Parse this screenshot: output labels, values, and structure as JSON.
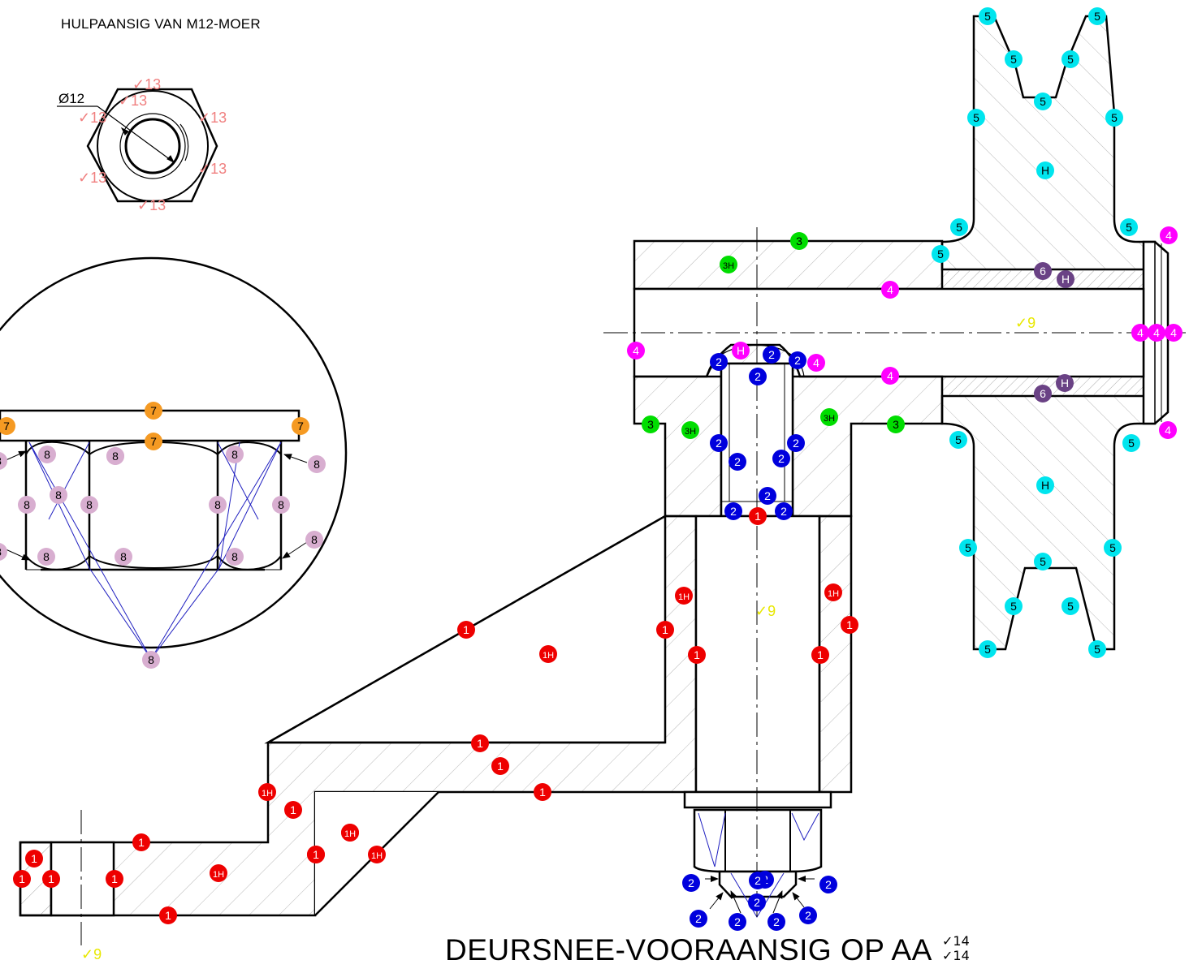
{
  "titles": {
    "top": "HULPAANSIG VAN M12-MOER",
    "main": "DEURSNEE-VOORAANSIG OP AA",
    "finish_1": "✓14",
    "finish_2": "✓14"
  },
  "dimensions": {
    "diameter": "Ø12"
  },
  "colors": {
    "c1": "#ee0000",
    "c2": "#0000dd",
    "c3": "#00dd00",
    "c4": "#ff00ff",
    "c5": "#00e5ee",
    "c6": "#6a4285",
    "c7": "#f59a23",
    "c8": "#d8aed0",
    "h": "#ff00ff",
    "finish_red": "#f08080",
    "finish_yellow": "#e8e800"
  },
  "finish_marks": [
    "✓13",
    "✓13",
    "✓13",
    "✓13",
    "✓13",
    "✓13",
    "✓13",
    "✓9",
    "✓9",
    "✓9"
  ],
  "markers": [
    {
      "t": "5",
      "c": "c5"
    },
    {
      "t": "5",
      "c": "c5"
    },
    {
      "t": "5",
      "c": "c5"
    },
    {
      "t": "5",
      "c": "c5"
    },
    {
      "t": "5",
      "c": "c5"
    },
    {
      "t": "5",
      "c": "c5"
    },
    {
      "t": "5",
      "c": "c5"
    },
    {
      "t": "H",
      "c": "c5"
    },
    {
      "t": "5",
      "c": "c5"
    },
    {
      "t": "5",
      "c": "c5"
    },
    {
      "t": "5",
      "c": "c5"
    },
    {
      "t": "5",
      "c": "c5"
    },
    {
      "t": "5",
      "c": "c5"
    },
    {
      "t": "H",
      "c": "c5"
    },
    {
      "t": "5",
      "c": "c5"
    },
    {
      "t": "5",
      "c": "c5"
    },
    {
      "t": "5",
      "c": "c5"
    },
    {
      "t": "5",
      "c": "c5"
    },
    {
      "t": "5",
      "c": "c5"
    },
    {
      "t": "5",
      "c": "c5"
    },
    {
      "t": "5",
      "c": "c5"
    },
    {
      "t": "4",
      "c": "c4"
    },
    {
      "t": "4",
      "c": "c4"
    },
    {
      "t": "4",
      "c": "c4"
    },
    {
      "t": "4",
      "c": "c4"
    },
    {
      "t": "4",
      "c": "c4"
    },
    {
      "t": "4",
      "c": "c4"
    },
    {
      "t": "4",
      "c": "c4"
    },
    {
      "t": "4",
      "c": "c4"
    },
    {
      "t": "4",
      "c": "c4"
    },
    {
      "t": "H",
      "c": "c4"
    },
    {
      "t": "3",
      "c": "c3"
    },
    {
      "t": "3H",
      "c": "c3"
    },
    {
      "t": "3",
      "c": "c3"
    },
    {
      "t": "3H",
      "c": "c3"
    },
    {
      "t": "3H",
      "c": "c3"
    },
    {
      "t": "3",
      "c": "c3"
    },
    {
      "t": "6",
      "c": "c6"
    },
    {
      "t": "H",
      "c": "c6"
    },
    {
      "t": "H",
      "c": "c6"
    },
    {
      "t": "6",
      "c": "c6"
    },
    {
      "t": "2",
      "c": "c2"
    },
    {
      "t": "2",
      "c": "c2"
    },
    {
      "t": "2",
      "c": "c2"
    },
    {
      "t": "2",
      "c": "c2"
    },
    {
      "t": "2",
      "c": "c2"
    },
    {
      "t": "2",
      "c": "c2"
    },
    {
      "t": "2",
      "c": "c2"
    },
    {
      "t": "2",
      "c": "c2"
    },
    {
      "t": "2",
      "c": "c2"
    },
    {
      "t": "2",
      "c": "c2"
    },
    {
      "t": "2",
      "c": "c2"
    },
    {
      "t": "2",
      "c": "c2"
    },
    {
      "t": "2",
      "c": "c2"
    },
    {
      "t": "2",
      "c": "c2"
    },
    {
      "t": "2",
      "c": "c2"
    },
    {
      "t": "2",
      "c": "c2"
    },
    {
      "t": "2",
      "c": "c2"
    },
    {
      "t": "2",
      "c": "c2"
    },
    {
      "t": "2",
      "c": "c2"
    },
    {
      "t": "2",
      "c": "c2"
    },
    {
      "t": "1",
      "c": "c1"
    },
    {
      "t": "1H",
      "c": "c1"
    },
    {
      "t": "1H",
      "c": "c1"
    },
    {
      "t": "1",
      "c": "c1"
    },
    {
      "t": "1",
      "c": "c1"
    },
    {
      "t": "1",
      "c": "c1"
    },
    {
      "t": "1",
      "c": "c1"
    },
    {
      "t": "1H",
      "c": "c1"
    },
    {
      "t": "1",
      "c": "c1"
    },
    {
      "t": "1",
      "c": "c1"
    },
    {
      "t": "1",
      "c": "c1"
    },
    {
      "t": "1",
      "c": "c1"
    },
    {
      "t": "1H",
      "c": "c1"
    },
    {
      "t": "1",
      "c": "c1"
    },
    {
      "t": "1H",
      "c": "c1"
    },
    {
      "t": "1",
      "c": "c1"
    },
    {
      "t": "1",
      "c": "c1"
    },
    {
      "t": "1H",
      "c": "c1"
    },
    {
      "t": "1",
      "c": "c1"
    },
    {
      "t": "1H",
      "c": "c1"
    },
    {
      "t": "1",
      "c": "c1"
    },
    {
      "t": "1",
      "c": "c1"
    },
    {
      "t": "1",
      "c": "c1"
    },
    {
      "t": "1",
      "c": "c1"
    },
    {
      "t": "1H",
      "c": "c1"
    },
    {
      "t": "1",
      "c": "c1"
    },
    {
      "t": "7",
      "c": "c7"
    },
    {
      "t": "7",
      "c": "c7"
    },
    {
      "t": "7",
      "c": "c7"
    },
    {
      "t": "7",
      "c": "c7"
    },
    {
      "t": "8",
      "c": "c8"
    },
    {
      "t": "8",
      "c": "c8"
    },
    {
      "t": "8",
      "c": "c8"
    },
    {
      "t": "8",
      "c": "c8"
    },
    {
      "t": "8",
      "c": "c8"
    },
    {
      "t": "8",
      "c": "c8"
    },
    {
      "t": "8",
      "c": "c8"
    },
    {
      "t": "8",
      "c": "c8"
    },
    {
      "t": "8",
      "c": "c8"
    },
    {
      "t": "8",
      "c": "c8"
    },
    {
      "t": "8",
      "c": "c8"
    },
    {
      "t": "8",
      "c": "c8"
    },
    {
      "t": "8",
      "c": "c8"
    },
    {
      "t": "8",
      "c": "c8"
    },
    {
      "t": "8",
      "c": "c8"
    },
    {
      "t": "8",
      "c": "c8"
    },
    {
      "t": "8",
      "c": "c8"
    }
  ]
}
